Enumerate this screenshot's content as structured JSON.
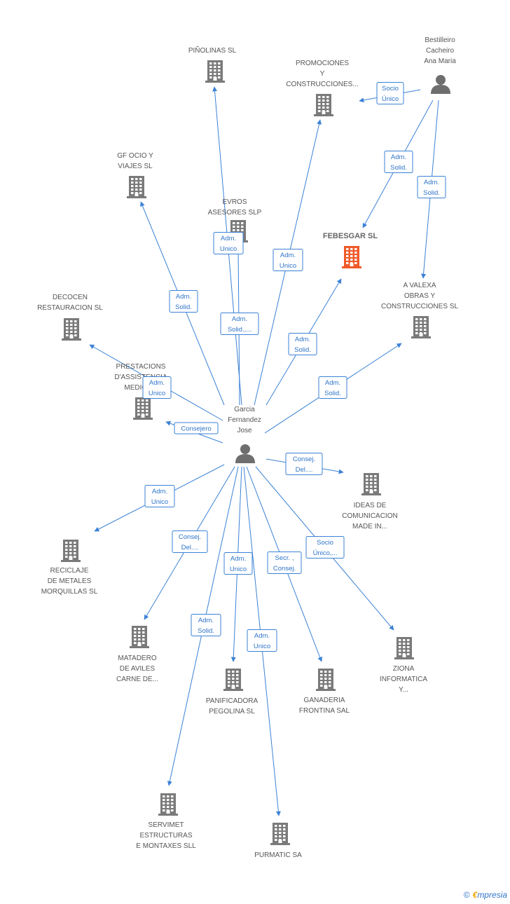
{
  "colors": {
    "edge": "#3b82d6",
    "building": "#7a7a7a",
    "highlight": "#f05a28",
    "person": "#6e6e6e"
  },
  "nodes": [
    {
      "id": "pinolinas",
      "type": "company",
      "label": [
        "PIÑOLINAS SL"
      ],
      "icon": "building-icon"
    },
    {
      "id": "promociones",
      "type": "company",
      "label": [
        "PROMOCIONES",
        "Y",
        "CONSTRUCCIONES..."
      ],
      "icon": "building-icon"
    },
    {
      "id": "bestilleiro",
      "type": "person",
      "label": [
        "Bestilleiro",
        "Cacheiro",
        "Ana Maria"
      ],
      "icon": "person-icon"
    },
    {
      "id": "gfocio",
      "type": "company",
      "label": [
        "GF OCIO Y",
        "VIAJES SL"
      ],
      "icon": "building-icon"
    },
    {
      "id": "evros",
      "type": "company",
      "label": [
        "EVROS",
        "ASESORES SLP"
      ],
      "icon": "building-icon"
    },
    {
      "id": "febesgar",
      "type": "company",
      "highlight": true,
      "label": [
        "FEBESGAR SL"
      ],
      "icon": "building-icon"
    },
    {
      "id": "avalexa",
      "type": "company",
      "label": [
        "A VALEXA",
        "OBRAS Y",
        "CONSTRUCCIONES SL"
      ],
      "icon": "building-icon"
    },
    {
      "id": "decocen",
      "type": "company",
      "label": [
        "DECOCEN",
        "RESTAURACION SL"
      ],
      "icon": "building-icon"
    },
    {
      "id": "prestacions",
      "type": "company",
      "label": [
        "PRESTACIONS",
        "D'ASSISTENCIA",
        "MEDICA..."
      ],
      "icon": "building-icon"
    },
    {
      "id": "garcia",
      "type": "person",
      "label": [
        "Garcia",
        "Fernandez",
        "Jose"
      ],
      "icon": "person-icon"
    },
    {
      "id": "ideas",
      "type": "company",
      "label": [
        "IDEAS DE",
        "COMUNICACION",
        "MADE IN..."
      ],
      "icon": "building-icon"
    },
    {
      "id": "reciclaje",
      "type": "company",
      "label": [
        "RECICLAJE",
        "DE METALES",
        "MORQUILLAS SL"
      ],
      "icon": "building-icon"
    },
    {
      "id": "matadero",
      "type": "company",
      "label": [
        "MATADERO",
        "DE AVILES",
        "CARNE DE..."
      ],
      "icon": "building-icon"
    },
    {
      "id": "panificadora",
      "type": "company",
      "label": [
        "PANIFICADORA",
        "PEGOLINA SL"
      ],
      "icon": "building-icon"
    },
    {
      "id": "ganaderia",
      "type": "company",
      "label": [
        "GANADERIA",
        "FRONTINA SAL"
      ],
      "icon": "building-icon"
    },
    {
      "id": "ziona",
      "type": "company",
      "label": [
        "ZIONA",
        "INFORMATICA",
        "Y..."
      ],
      "icon": "building-icon"
    },
    {
      "id": "servimet",
      "type": "company",
      "label": [
        "SERVIMET",
        "ESTRUCTURAS",
        "E MONTAXES SLL"
      ],
      "icon": "building-icon"
    },
    {
      "id": "purmatic",
      "type": "company",
      "label": [
        "PURMATIC SA"
      ],
      "icon": "building-icon"
    }
  ],
  "edges": [
    {
      "from": "bestilleiro",
      "to": "promociones",
      "label": [
        "Socio",
        "Único"
      ]
    },
    {
      "from": "bestilleiro",
      "to": "febesgar",
      "label": [
        "Adm.",
        "Solid."
      ]
    },
    {
      "from": "bestilleiro",
      "to": "avalexa",
      "label": [
        "Adm.",
        "Solid."
      ]
    },
    {
      "from": "garcia",
      "to": "pinolinas",
      "label": [
        "Adm.",
        "Unico"
      ]
    },
    {
      "from": "garcia",
      "to": "evros",
      "label": [
        "Adm.",
        "Solid.,..."
      ]
    },
    {
      "from": "garcia",
      "to": "promociones",
      "label": [
        "Adm.",
        "Unico"
      ]
    },
    {
      "from": "garcia",
      "to": "gfocio",
      "label": [
        "Adm.",
        "Solid."
      ]
    },
    {
      "from": "garcia",
      "to": "febesgar",
      "label": [
        "Adm.",
        "Solid."
      ]
    },
    {
      "from": "garcia",
      "to": "avalexa",
      "label": [
        "Adm.",
        "Solid."
      ]
    },
    {
      "from": "garcia",
      "to": "decocen",
      "label": [
        "Adm.",
        "Unico"
      ]
    },
    {
      "from": "garcia",
      "to": "prestacions",
      "label": [
        "Consejero"
      ]
    },
    {
      "from": "garcia",
      "to": "ideas",
      "label": [
        "Consej.",
        "Del...."
      ]
    },
    {
      "from": "garcia",
      "to": "reciclaje",
      "label": [
        "Adm.",
        "Unico"
      ]
    },
    {
      "from": "garcia",
      "to": "matadero",
      "label": [
        "Consej.",
        "Del...."
      ]
    },
    {
      "from": "garcia",
      "to": "panificadora",
      "label": [
        "Adm.",
        "Unico"
      ]
    },
    {
      "from": "garcia",
      "to": "ganaderia",
      "label": [
        "Secr. ,",
        "Consej."
      ]
    },
    {
      "from": "garcia",
      "to": "ziona",
      "label": [
        "Socio",
        "Único,..."
      ]
    },
    {
      "from": "garcia",
      "to": "servimet",
      "label": [
        "Adm.",
        "Solid."
      ]
    },
    {
      "from": "garcia",
      "to": "purmatic",
      "label": [
        "Adm.",
        "Unico"
      ]
    }
  ],
  "footer": {
    "copyright": "©",
    "brand_initial": "€",
    "brand_rest": "mpresia"
  }
}
